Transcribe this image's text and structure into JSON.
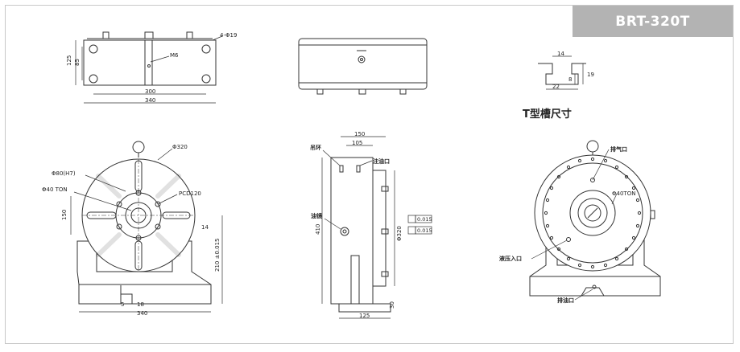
{
  "model": "BRT-320T",
  "tslot_caption": "T型槽尺寸",
  "top_view": {
    "hole_spec": "4-Φ19",
    "thread": "M6",
    "dim_height_outer": "125",
    "dim_height_inner": "85",
    "dim_width_inner": "300",
    "dim_width_outer": "340"
  },
  "tslot": {
    "dim_top": "14",
    "dim_bottom": "22",
    "dim_right_a": "19",
    "dim_right_b": "8"
  },
  "front_view": {
    "dia_table": "Φ320",
    "dia_center": "Φ80(H7)",
    "dia_bore": "Φ40 TON",
    "pcd": "PCD120",
    "dim_14": "14",
    "dim_150": "150",
    "dim_210": "210 ±0.015",
    "dim_5": "5",
    "dim_18": "18",
    "dim_340": "340"
  },
  "side_view": {
    "label_eyebolt": "吊环",
    "label_oil_fill": "注油口",
    "label_oil_window": "油镜",
    "dim_150": "150",
    "dim_105": "105",
    "dim_410": "410",
    "dim_320": "Φ320",
    "dim_30": "30",
    "dim_125": "125",
    "tol_runout": "0.015",
    "tol_flat": "0.015"
  },
  "rear_view": {
    "label_exhaust": "排气口",
    "label_hydraulic": "液压入口",
    "label_drain": "排油口",
    "dia_bore": "Φ40TON"
  }
}
